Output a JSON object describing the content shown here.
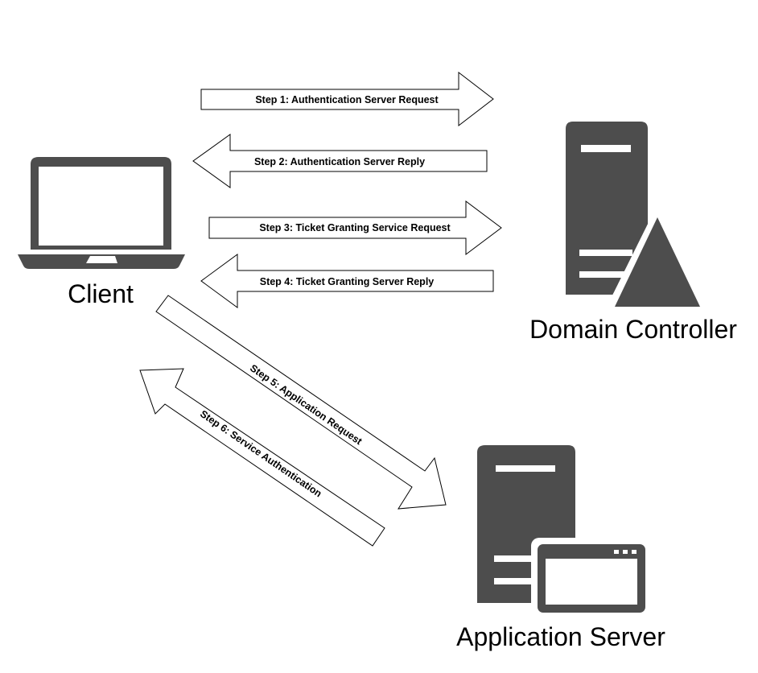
{
  "nodes": {
    "client": {
      "label": "Client",
      "icon": "laptop-icon"
    },
    "domain_controller": {
      "label": "Domain Controller",
      "icon": "server-warning-icon"
    },
    "application_server": {
      "label": "Application Server",
      "icon": "server-window-icon"
    }
  },
  "steps": [
    {
      "label": "Step 1: Authentication Server Request",
      "from": "Client",
      "to": "Domain Controller"
    },
    {
      "label": "Step 2: Authentication Server Reply",
      "from": "Domain Controller",
      "to": "Client"
    },
    {
      "label": "Step 3: Ticket Granting Service Request",
      "from": "Client",
      "to": "Domain Controller"
    },
    {
      "label": "Step 4: Ticket Granting Server Reply",
      "from": "Domain Controller",
      "to": "Client"
    },
    {
      "label": "Step 5: Application Request",
      "from": "Client",
      "to": "Application Server"
    },
    {
      "label": "Step 6: Service Authentication",
      "from": "Application Server",
      "to": "Client"
    }
  ],
  "colors": {
    "icon": "#4d4d4d",
    "arrow_fill": "#ffffff",
    "arrow_stroke": "#000000"
  }
}
